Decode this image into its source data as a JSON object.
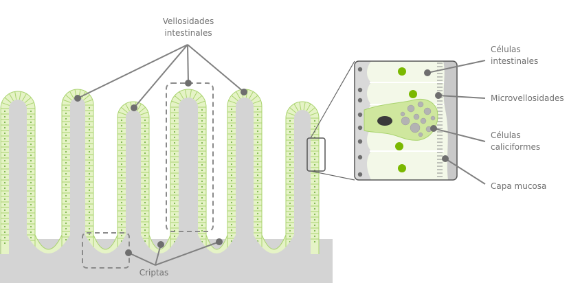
{
  "labels": {
    "vellosidades": [
      "Vellosidades",
      "intestinales"
    ],
    "criptas": "Criptas",
    "celulas_intestinales": [
      "Células",
      "intestinales"
    ],
    "microvellosidades": "Microvellosidades",
    "celulas_caliciformes": [
      "Células",
      "caliciformes"
    ],
    "capa_mucosa": "Capa mucosa"
  },
  "colors": {
    "tissue": "#d4d4d4",
    "epithelium": "#e5f3c6",
    "cell_line": "#a9d36e",
    "nucleus_dot": "#7ab44a",
    "leader": "#808080",
    "marker": "#6e6e6e",
    "goblet_dark": "#3a3a3a",
    "text": "#707070"
  }
}
